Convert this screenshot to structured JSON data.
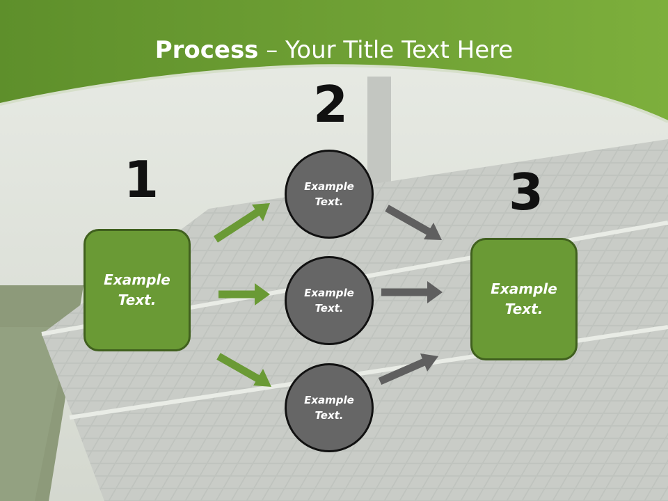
{
  "title": {
    "bold": "Process",
    "rest": " – Your Title Text Here"
  },
  "steps": {
    "one": "1",
    "two": "2",
    "three": "3"
  },
  "nodes": {
    "left": "Example Text.",
    "top": "Example Text.",
    "middle": "Example Text.",
    "bottom": "Example Text.",
    "right": "Example Text."
  },
  "colors": {
    "green": "#6a9a35",
    "header_green": "#6c9e32",
    "circle_gray": "#666666",
    "arrow_gray": "#5f5f5f",
    "arrow_green": "#6a9a35"
  }
}
